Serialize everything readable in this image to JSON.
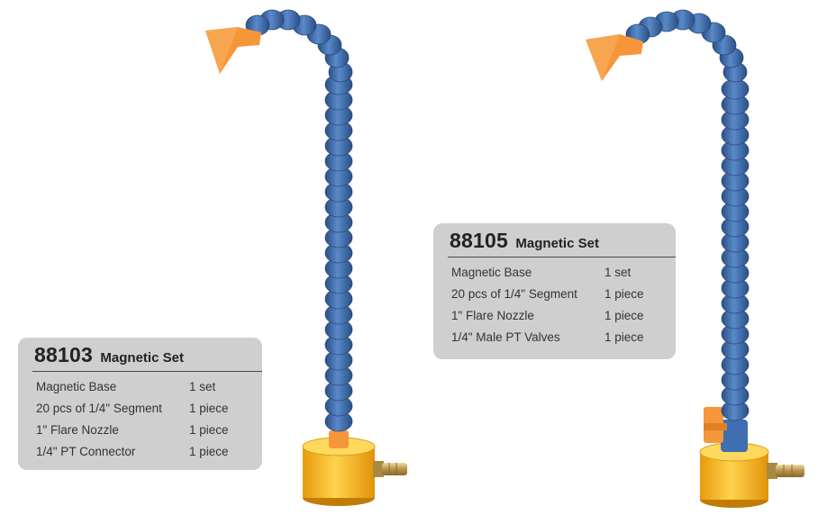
{
  "products": [
    {
      "model": "88103",
      "set_label": "Magnetic Set",
      "specs": [
        {
          "item": "Magnetic Base",
          "qty": "1 set"
        },
        {
          "item": "20 pcs of 1/4\" Segment",
          "qty": "1 piece"
        },
        {
          "item": "1\" Flare Nozzle",
          "qty": "1 piece"
        },
        {
          "item": "1/4\" PT Connector",
          "qty": "1 piece"
        }
      ]
    },
    {
      "model": "88105",
      "set_label": "Magnetic Set",
      "specs": [
        {
          "item": "Magnetic Base",
          "qty": "1 set"
        },
        {
          "item": "20 pcs of 1/4\" Segment",
          "qty": "1 piece"
        },
        {
          "item": "1\" Flare Nozzle",
          "qty": "1 piece"
        },
        {
          "item": "1/4\" Male PT Valves",
          "qty": "1 piece"
        }
      ]
    }
  ],
  "colors": {
    "hose_segment": "#3f6fb0",
    "hose_segment_dark": "#2b4f85",
    "nozzle": "#f6963a",
    "base": "#f5b417",
    "fitting": "#c8a95a",
    "card": "#cfcfcf"
  }
}
